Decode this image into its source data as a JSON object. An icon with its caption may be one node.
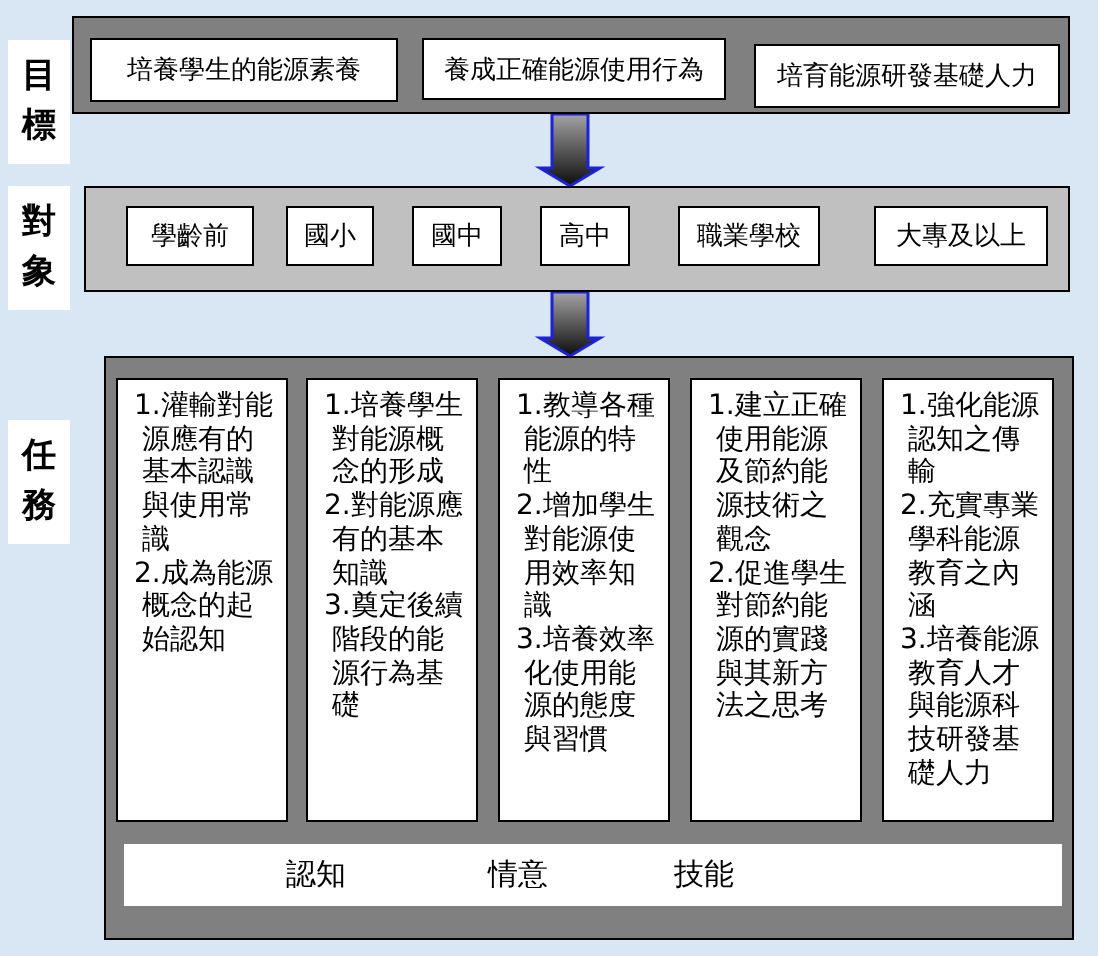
{
  "diagram": {
    "nodes": [
      {
        "text": [
          "目標"
        ]
      },
      {
        "text": [
          "培養學生的能源素養"
        ],
        "in": 0
      },
      {
        "text": [
          "養成正確能源使用行為"
        ],
        "in": 0
      },
      {
        "text": [
          "培育能源研發基礎人力"
        ],
        "in": 0
      },
      {
        "text": [
          "對象"
        ]
      },
      {
        "text": [
          "學齡前"
        ],
        "in": 4
      },
      {
        "text": [
          "國小"
        ],
        "in": 4
      },
      {
        "text": [
          "國中"
        ],
        "in": 4
      },
      {
        "text": [
          "高中"
        ],
        "in": 4
      },
      {
        "text": [
          "職業學校"
        ],
        "in": 4
      },
      {
        "text": [
          "大專及以上"
        ],
        "in": 4
      },
      {
        "text": [
          "任務"
        ]
      },
      {
        "text": [
          "1.灌輸對能源應有的基本認識與使用常識",
          "2.成為能源概念的起始認知"
        ],
        "in": 11
      },
      {
        "text": [
          "1.培養學生對能源概念的形成",
          "2.對能源應有的基本知識",
          "3.奠定後續階段的能源行為基礎"
        ],
        "in": 11
      },
      {
        "text": [
          "1.教導各種能源的特性",
          "2.增加學生對能源使用效率知識",
          "3.培養效率化使用能源的態度與習慣"
        ],
        "in": 11
      },
      {
        "text": [
          "1.建立正確使用能源及節約能源技術之觀念",
          "2.促進學生對節約能源的實踐與其新方法之思考"
        ],
        "in": 11
      },
      {
        "text": [
          "1.強化能源認知之傳輸",
          "2.充實專業學科能源教育之內涵",
          "3.培養能源教育人才與能源科技研發基礎人力"
        ],
        "in": 11
      },
      {
        "text": [
          "認知",
          "情意",
          "技能"
        ],
        "in": 11
      }
    ],
    "edges": [
      {
        "from": 0,
        "to": 4,
        "arrow": "to"
      },
      {
        "from": 4,
        "to": 11,
        "arrow": "to"
      }
    ]
  }
}
